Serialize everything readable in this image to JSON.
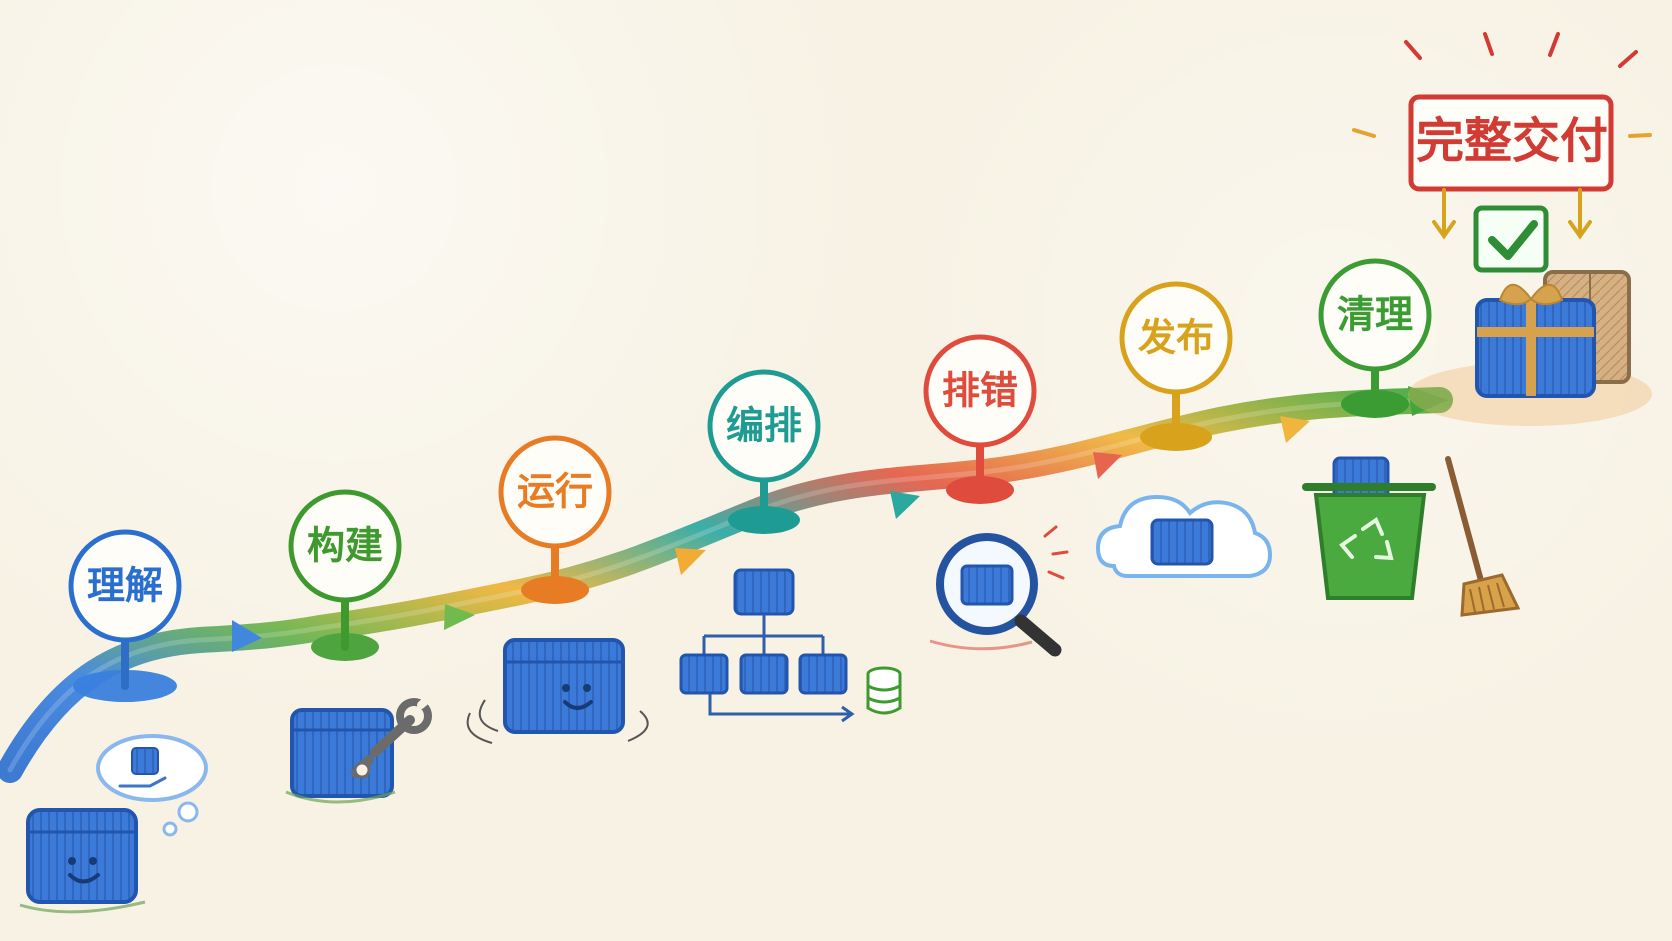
{
  "stages": [
    {
      "label": "理解",
      "color": "#2a6fd0"
    },
    {
      "label": "构建",
      "color": "#3e9a2f"
    },
    {
      "label": "运行",
      "color": "#e77c24"
    },
    {
      "label": "编排",
      "color": "#1e9c93"
    },
    {
      "label": "排错",
      "color": "#df4b3c"
    },
    {
      "label": "发布",
      "color": "#d8a21d"
    },
    {
      "label": "清理",
      "color": "#3a9c32"
    }
  ],
  "final": {
    "label": "完整交付",
    "color": "#d23a34"
  },
  "icons": {
    "understand": "thinking-container-icon",
    "build": "wrench-container-icon",
    "run": "happy-container-icon",
    "orchestrate": "network-tree-icon",
    "debug": "magnifier-container-icon",
    "release": "cloud-container-icon",
    "cleanup": "recycle-bin-broom-icon",
    "deliver": "gift-box-checkmark-icon"
  }
}
